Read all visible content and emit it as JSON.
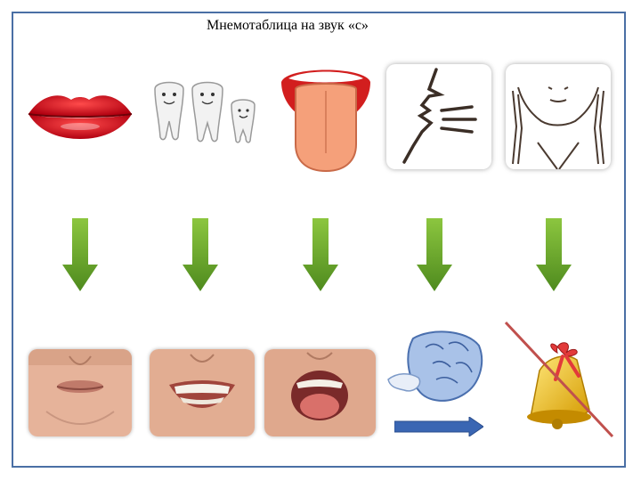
{
  "title": "Мнемотаблица на звук «с»",
  "colors": {
    "frame": "#4a6fa5",
    "arrow_green": "#6aa82e",
    "arrow_blue": "#3a66b3",
    "strike": "#c0504d"
  },
  "top_row": [
    {
      "icon": "lips-icon"
    },
    {
      "icon": "teeth-icon"
    },
    {
      "icon": "tongue-icon"
    },
    {
      "icon": "air-stream-profile-icon"
    },
    {
      "icon": "neck-no-voice-icon"
    }
  ],
  "bottom_row": [
    {
      "icon": "closed-smile-photo"
    },
    {
      "icon": "teeth-smile-photo"
    },
    {
      "icon": "open-mouth-tongue-photo"
    },
    {
      "icon": "wind-blowing-icon"
    },
    {
      "icon": "crossed-bell-icon"
    }
  ]
}
